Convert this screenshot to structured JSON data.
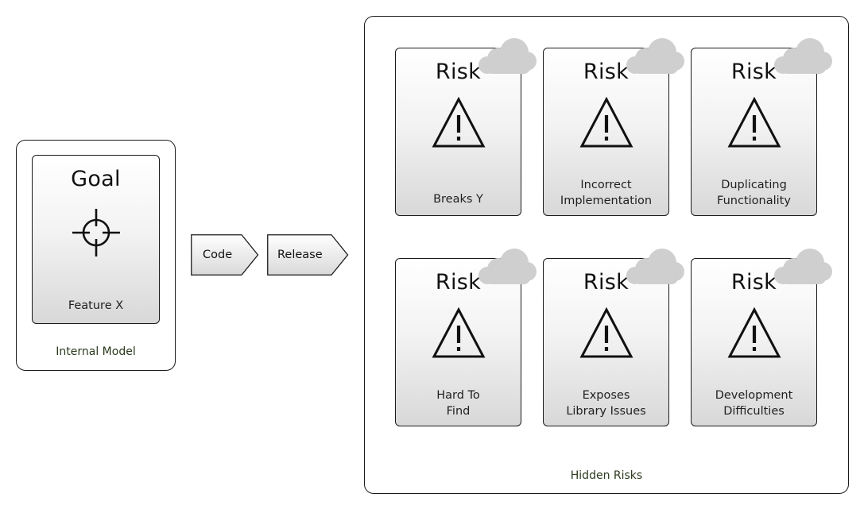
{
  "internal_model": {
    "label": "Internal Model",
    "goal_card": {
      "title": "Goal",
      "icon": "crosshair-icon",
      "caption": "Feature X"
    }
  },
  "flow": {
    "steps": [
      "Code",
      "Release"
    ]
  },
  "hidden_risks": {
    "label": "Hidden Risks",
    "cards": [
      {
        "title": "Risk",
        "icon": "warning-icon",
        "caption": "Breaks Y"
      },
      {
        "title": "Risk",
        "icon": "warning-icon",
        "caption": "Incorrect\nImplementation"
      },
      {
        "title": "Risk",
        "icon": "warning-icon",
        "caption": "Duplicating\nFunctionality"
      },
      {
        "title": "Risk",
        "icon": "warning-icon",
        "caption": "Hard To\nFind"
      },
      {
        "title": "Risk",
        "icon": "warning-icon",
        "caption": "Exposes\nLibrary Issues"
      },
      {
        "title": "Risk",
        "icon": "warning-icon",
        "caption": "Development\nDifficulties"
      }
    ],
    "decoration_icon": "cloud-icon"
  },
  "colors": {
    "border": "#1a1a1a",
    "cloud": "#cfcfcf",
    "label_text": "#2c3a1e",
    "card_gradient_end": "#d8d8d8"
  }
}
